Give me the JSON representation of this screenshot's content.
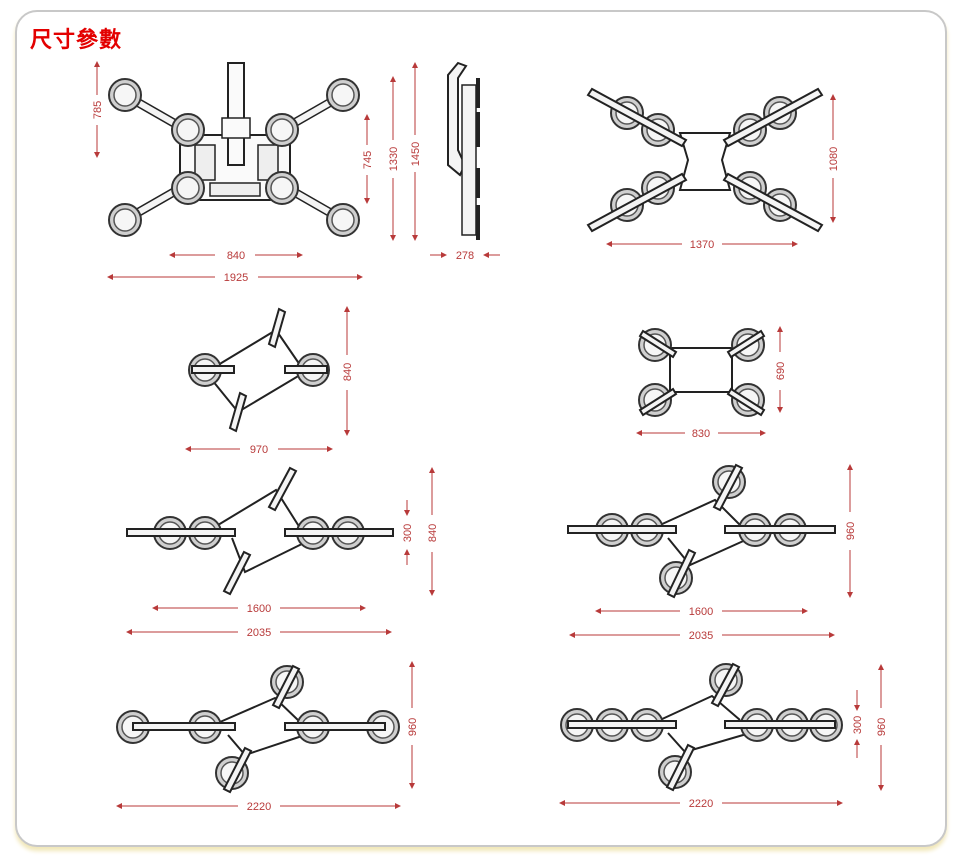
{
  "title": "尺寸參數",
  "diagrams": [
    {
      "name": "8-pad-x-frame",
      "dims": {
        "a": "785",
        "b": "745",
        "c": "1330",
        "d": "1450",
        "e": "840",
        "f": "1925"
      }
    },
    {
      "name": "side-view",
      "dims": {
        "a": "278"
      }
    },
    {
      "name": "8-pad-diagonal",
      "dims": {
        "a": "1080",
        "b": "1370"
      }
    },
    {
      "name": "2-pad",
      "dims": {
        "a": "840",
        "b": "970"
      }
    },
    {
      "name": "4-pad-compact",
      "dims": {
        "a": "690",
        "b": "830"
      }
    },
    {
      "name": "4-pad-extended",
      "dims": {
        "a": "300",
        "b": "840",
        "c": "1600",
        "d": "2035"
      }
    },
    {
      "name": "6-pad",
      "dims": {
        "a": "960",
        "b": "1600",
        "c": "2035"
      }
    },
    {
      "name": "6-pad-wide",
      "dims": {
        "a": "960",
        "b": "2220"
      }
    },
    {
      "name": "8-pad-wide",
      "dims": {
        "a": "300",
        "b": "960",
        "c": "2220"
      }
    }
  ]
}
